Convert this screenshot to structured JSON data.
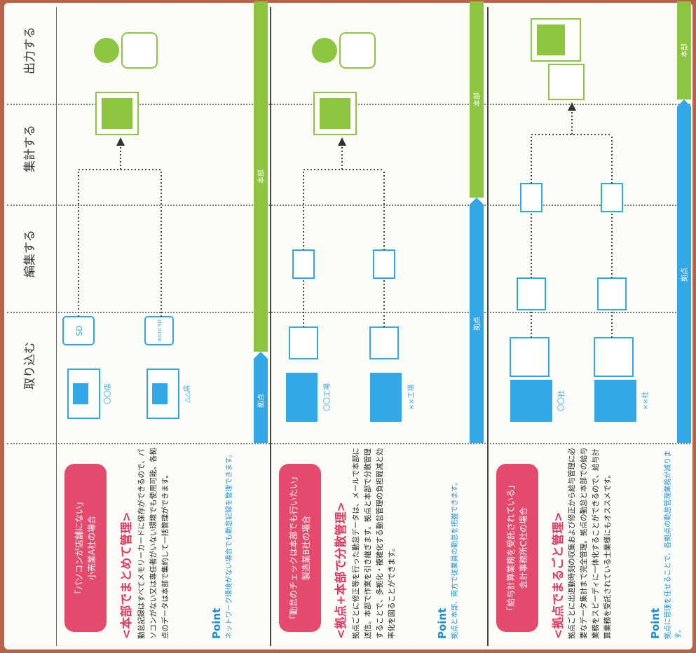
{
  "columns": {
    "col1": "取り込む",
    "col2": "編集する",
    "col3": "集計する",
    "col4": "出力する"
  },
  "panels": [
    {
      "badge_line1": "「パソコンが店舗にない」",
      "badge_line2": "小売業A社の場合",
      "title": "<本部でまとめて管理>",
      "body": "勤怠記録はすべてメモリーカードに保存ができるので、パソコンがない又は専任者がいない環境でも使用可能。各拠点のデータは本部で集約して一括管理ができます。",
      "point_label": "Point",
      "point_text": "ネットワーク環境がない場合でも勤怠記録を管理できます。",
      "site1": "〇〇店",
      "site2": "△△店",
      "card1": "SD",
      "card2": "micro SD",
      "bar_left": "拠点",
      "bar_right": "本部"
    },
    {
      "badge_line1": "「勤怠のチェックは本部でも行いたい」",
      "badge_line2": "製造業B社の場合",
      "title": "<拠点+本部で分散管理>",
      "body": "拠点ごとに修正等を行った勤怠データは、メールで本部に送信。本部で作業を引き継ぎます。拠点と本部で分散管理することで、多拠化・複雑化する勤怠管理の負担軽減と効率化を図ることができます。",
      "point_label": "Point",
      "point_text": "拠点と本部、両方で従業員の勤怠を把握できます。",
      "site1": "〇〇工場",
      "site2": "××工場",
      "bar_left": "拠点",
      "bar_right": "本部"
    },
    {
      "badge_line1": "「給与計算業務を受託されている」",
      "badge_line2": "会計事務所C社の場合",
      "title": "<拠点でまるごと管理>",
      "body": "拠点ごとに出退勤時刻の収集および修正から給与管理に必要なデータ集計まで完全管理。拠点の勤怠と本部での給与業務をスピーディに一体化することができるので、給与計算業務を受託されている士業様にもオススメです。",
      "point_label": "Point",
      "point_text": "拠点に管理を任せることで、各拠点の勤怠管理業務が減ります。",
      "site1": "〇〇社",
      "site2": "××社",
      "bar_left": "拠点",
      "bar_right": "本部"
    }
  ],
  "colors": {
    "badge": "#e34a6c",
    "title": "#e03a61",
    "point": "#1a8fd0",
    "bar_blue": "#32a7e6",
    "bar_green": "#8cc63f",
    "background": "#b9624a"
  }
}
